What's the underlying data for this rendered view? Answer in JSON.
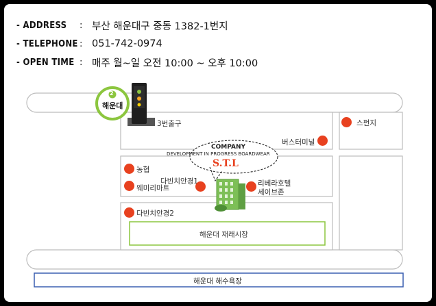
{
  "info": {
    "address_label": "- ADDRESS",
    "address_value": "부산 해운대구 중동 1382-1번지",
    "telephone_label": "- TELEPHONE",
    "telephone_value": "051-742-0974",
    "opentime_label": "- OPEN TIME",
    "opentime_value": "매주 월~일 오전 10:00 ~ 오후 10:00",
    "colon": ":"
  },
  "map": {
    "station_number": "2",
    "station_name": "해운대",
    "exit_label": "3번출구",
    "company_title": "COMPANY",
    "company_subtitle": "DEVELOPMENT IN PROGRESS BOARDWEAR",
    "company_name": "S.T.L",
    "landmarks": {
      "spunji": "스펀지",
      "bus_terminal": "버스터미널",
      "nonghyup": "농협",
      "dabinchi1": "다빈치안경1",
      "welmi": "웨미리마트",
      "riviera_line1": "리베라호텔",
      "riviera_line2": "세이브존",
      "dabinchi2": "다빈치안경2",
      "market": "해운대 재래시장",
      "beach": "해운대 해수욕장"
    },
    "colors": {
      "dot": "#e8411f",
      "station_ring": "#8cc63f",
      "market_border": "#8cc63f",
      "beach_border": "#3a5fb0",
      "building": "#7dbf57"
    }
  }
}
